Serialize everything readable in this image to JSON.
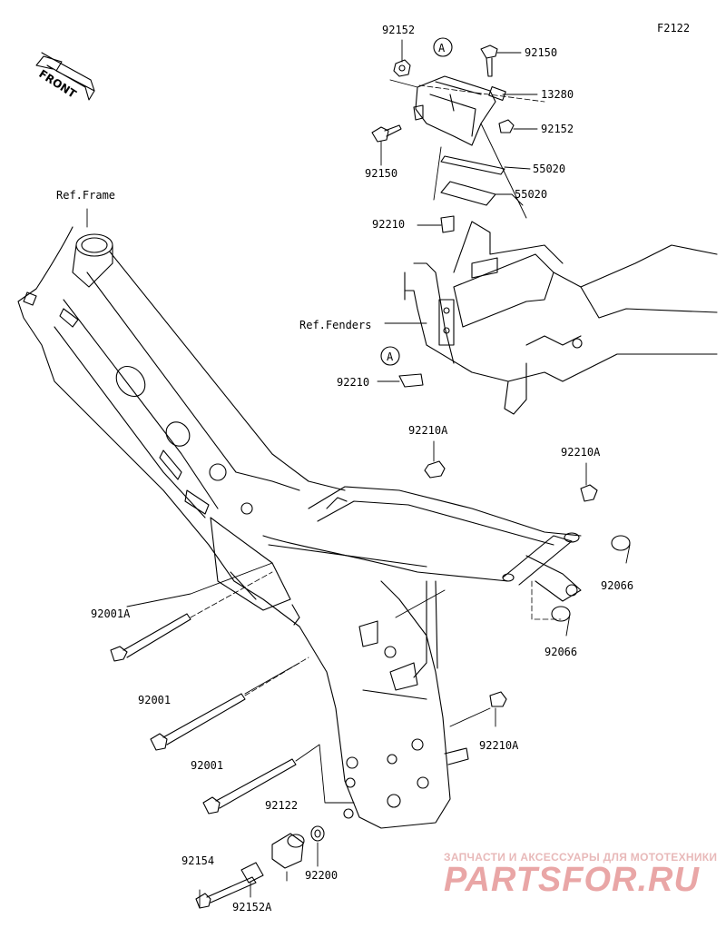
{
  "diagram_code": "F2122",
  "front_label": "FRONT",
  "ref_labels": {
    "frame": "Ref.Frame",
    "fenders": "Ref.Fenders"
  },
  "callout_letter": "A",
  "parts": {
    "p92152_top": "92152",
    "p92150_top": "92150",
    "p13280": "13280",
    "p92152_right": "92152",
    "p92150_left": "92150",
    "p55020_a": "55020",
    "p55020_b": "55020",
    "p92210_top": "92210",
    "p92210_bottom": "92210",
    "p92210A_top": "92210A",
    "p92210A_right": "92210A",
    "p92066_a": "92066",
    "p92066_b": "92066",
    "p92001A": "92001A",
    "p92001_a": "92001",
    "p92001_b": "92001",
    "p92122": "92122",
    "p92210A_bottom": "92210A",
    "p92154": "92154",
    "p92200": "92200",
    "p92152A": "92152A"
  },
  "watermark": {
    "tagline": "ЗАПЧАСТИ И АКСЕССУАРЫ ДЛЯ МОТОТЕХНИКИ",
    "brand": "PARTSFOR.RU"
  },
  "colors": {
    "line": "#000000",
    "watermark": "#e9a6a6",
    "fill": "#ffffff"
  }
}
